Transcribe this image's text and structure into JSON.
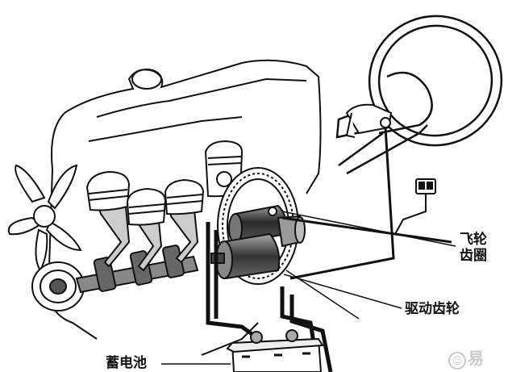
{
  "labels": {
    "flywheel_ring_line1": "飞轮",
    "flywheel_ring_line2": "齿圈",
    "drive_gear": "驱动齿轮",
    "battery": "蓄电池"
  },
  "watermark": {
    "glyph": "易",
    "mark": "☺"
  }
}
